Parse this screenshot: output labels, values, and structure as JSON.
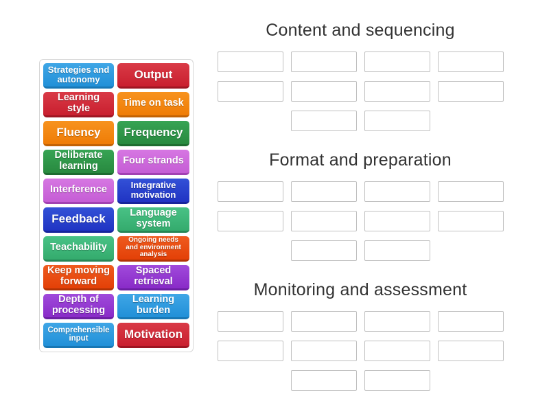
{
  "activity": {
    "kind": "group-sort"
  },
  "tile_panel": {
    "tiles": [
      {
        "label": "Strategies and autonomy",
        "color": "lightblue",
        "size": "md"
      },
      {
        "label": "Output",
        "color": "crimson",
        "size": "xl"
      },
      {
        "label": "Learning style",
        "color": "crimson",
        "size": "lg"
      },
      {
        "label": "Time on task",
        "color": "orange",
        "size": "lg"
      },
      {
        "label": "Fluency",
        "color": "orange",
        "size": "xl"
      },
      {
        "label": "Frequency",
        "color": "green",
        "size": "xl"
      },
      {
        "label": "Deliberate learning",
        "color": "green",
        "size": "lg"
      },
      {
        "label": "Four strands",
        "color": "orchid",
        "size": "lg"
      },
      {
        "label": "Interference",
        "color": "orchid",
        "size": "lg"
      },
      {
        "label": "Integrative motivation",
        "color": "royalblue",
        "size": "md"
      },
      {
        "label": "Feedback",
        "color": "royalblue",
        "size": "xl"
      },
      {
        "label": "Language system",
        "color": "seagreen",
        "size": "lg"
      },
      {
        "label": "Teachability",
        "color": "seagreen",
        "size": "lg"
      },
      {
        "label": "Ongoing needs and environment analysis",
        "color": "orangered",
        "size": "xs"
      },
      {
        "label": "Keep moving forward",
        "color": "orangered",
        "size": "lg"
      },
      {
        "label": "Spaced retrieval",
        "color": "purple",
        "size": "lg"
      },
      {
        "label": "Depth of processing",
        "color": "purple",
        "size": "lg"
      },
      {
        "label": "Learning burden",
        "color": "lightblue",
        "size": "lg"
      },
      {
        "label": "Comprehensible input",
        "color": "lightblue",
        "size": "sm"
      },
      {
        "label": "Motivation",
        "color": "crimson",
        "size": "xl"
      }
    ]
  },
  "groups": [
    {
      "title": "Content and sequencing",
      "slot_count": 10
    },
    {
      "title": "Format and preparation",
      "slot_count": 10
    },
    {
      "title": "Monitoring and assessment",
      "slot_count": 10
    }
  ],
  "colors": {
    "lightblue": {
      "top": "#3FA6E6",
      "bottom": "#2190D8",
      "edge": "#1877B4"
    },
    "crimson": {
      "top": "#D93A46",
      "bottom": "#C91F2F",
      "edge": "#9E1522"
    },
    "orange": {
      "top": "#F7931F",
      "bottom": "#EF7C06",
      "edge": "#C26204"
    },
    "green": {
      "top": "#37A454",
      "bottom": "#28893F",
      "edge": "#1E6C30"
    },
    "orchid": {
      "top": "#D677E2",
      "bottom": "#C55DD5",
      "edge": "#A241B3"
    },
    "royalblue": {
      "top": "#3351D7",
      "bottom": "#2034C3",
      "edge": "#17259C"
    },
    "seagreen": {
      "top": "#49C286",
      "bottom": "#34AB6D",
      "edge": "#268756"
    },
    "orangered": {
      "top": "#EF5B1F",
      "bottom": "#E34007",
      "edge": "#B23305"
    },
    "purple": {
      "top": "#A04ADB",
      "bottom": "#892BC8",
      "edge": "#6C1FA3"
    }
  },
  "text_colors": {
    "tile_text": "#ffffff",
    "title_text": "#333333"
  },
  "slot_style": {
    "border": "#bfbfbf",
    "fill": "#ffffff"
  }
}
